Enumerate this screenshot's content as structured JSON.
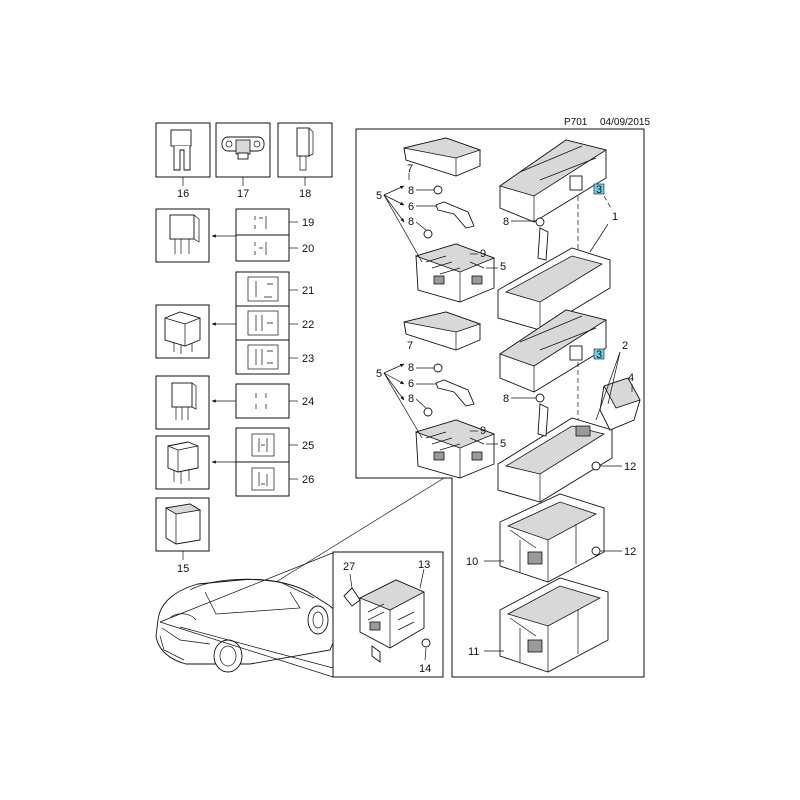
{
  "header": {
    "code": "P701",
    "date": "04/09/2015"
  },
  "labels": {
    "n1": "1",
    "n2": "2",
    "n3a": "3",
    "n3b": "3",
    "n4": "4",
    "n5a": "5",
    "n5b": "5",
    "n5c": "5",
    "n5d": "5",
    "n6a": "6",
    "n6b": "6",
    "n7a": "7",
    "n7b": "7",
    "n8a": "8",
    "n8b": "8",
    "n8c": "8",
    "n8d": "8",
    "n8e": "8",
    "n8f": "8",
    "n9a": "9",
    "n9b": "9",
    "n10": "10",
    "n11": "11",
    "n12a": "12",
    "n12b": "12",
    "n13": "13",
    "n14": "14",
    "n15": "15",
    "n16": "16",
    "n17": "17",
    "n18": "18",
    "n19": "19",
    "n20": "20",
    "n21": "21",
    "n22": "22",
    "n23": "23",
    "n24": "24",
    "n25": "25",
    "n26": "26",
    "n27": "27"
  },
  "colors": {
    "highlight": "#6fd3e6",
    "line": "#111111",
    "shade": "#d8d8d8"
  }
}
